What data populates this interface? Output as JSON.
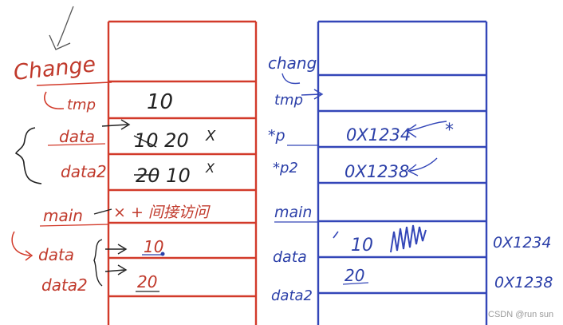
{
  "watermark": "CSDN @run sun",
  "colors": {
    "red": "#d23a2a",
    "blue": "#3346b8",
    "black": "#222222"
  },
  "left_stack": {
    "change_label": "Change",
    "tmp_label": "tmp",
    "tmp_value": "10",
    "data_label": "data",
    "data_value": "10 20",
    "data_mark": "X",
    "data2_label": "data2",
    "data2_value": "20 10",
    "data2_mark": "X",
    "main_label": "main",
    "main_note": "× + 间接访问",
    "main_data_label": "data",
    "main_data_value": "10",
    "main_data2_label": "data2",
    "main_data2_value": "20"
  },
  "right_stack": {
    "chang_label": "chang",
    "tmp_label": "tmp",
    "p_label": "*p",
    "p_value": "0X1234",
    "p_mark": "*",
    "p2_label": "*p2",
    "p2_value": "0X1238",
    "main_label": "main",
    "data_label": "data",
    "data_value": "10",
    "data_addr": "0X1234",
    "data2_label": "data2",
    "data2_value": "20",
    "data2_addr": "0X1238"
  }
}
